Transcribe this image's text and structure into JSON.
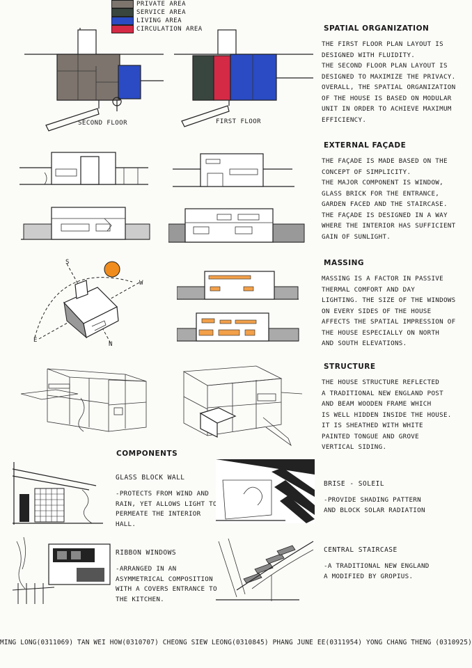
{
  "colors": {
    "private": "#7d746e",
    "service": "#39463f",
    "living": "#2a4bc4",
    "circulation": "#d42a45",
    "sun": "#f08c1e",
    "window_orange": "#f2a04a"
  },
  "legend": [
    {
      "label": "PRIVATE AREA",
      "color": "#7d746e"
    },
    {
      "label": "SERVICE AREA",
      "color": "#39463f"
    },
    {
      "label": "LIVING AREA",
      "color": "#2a4bc4"
    },
    {
      "label": "CIRCULATION AREA",
      "color": "#d42a45"
    }
  ],
  "plans": {
    "second_floor_caption": "SECOND FLOOR",
    "first_floor_caption": "FIRST FLOOR"
  },
  "compass": {
    "s": "S",
    "w": "W",
    "e": "E",
    "n": "N"
  },
  "sections": [
    {
      "heading": "SPATIAL ORGANIZATION",
      "text": "THE FIRST FLOOR PLAN LAYOUT IS\nDESIGNED WITH FLUIDITY.\nTHE SECOND FLOOR PLAN LAYOUT IS\nDESIGNED TO MAXIMIZE THE PRIVACY.\nOVERALL, THE SPATIAL ORGANIZATION\nOF THE HOUSE IS BASED ON MODULAR\nUNIT IN ORDER TO ACHIEVE MAXIMUM\nEFFICIENCY."
    },
    {
      "heading": "EXTERNAL FAÇADE",
      "text": "THE FAÇADE IS MADE BASED ON THE\nCONCEPT OF SIMPLICITY.\nTHE MAJOR COMPONENT IS WINDOW,\nGLASS BRICK FOR THE ENTRANCE,\nGARDEN FACED AND THE STAIRCASE.\nTHE FAÇADE IS DESIGNED IN A WAY\nWHERE THE INTERIOR HAS SUFFICIENT\nGAIN OF SUNLIGHT."
    },
    {
      "heading": "MASSING",
      "text": "MASSING IS A FACTOR IN PASSIVE\nTHERMAL COMFORT AND DAY\nLIGHTING. THE SIZE OF THE WINDOWS\nON EVERY SIDES OF THE HOUSE\nAFFECTS THE SPATIAL IMPRESSION OF\nTHE HOUSE ESPECIALLY ON NORTH\nAND SOUTH ELEVATIONS."
    },
    {
      "heading": "STRUCTURE",
      "text": "THE HOUSE STRUCTURE REFLECTED\nA TRADITIONAL NEW ENGLAND POST\nAND BEAM WOODEN FRAME WHICH\nIS WELL HIDDEN INSIDE THE HOUSE.\nIT IS SHEATHED WITH WHITE\nPAINTED TONGUE AND GROVE\nVERTICAL SIDING."
    }
  ],
  "components": {
    "heading": "COMPONENTS",
    "items": [
      {
        "title": "GLASS BLOCK WALL",
        "desc": "-PROTECTS FROM WIND AND\nRAIN, YET ALLOWS LIGHT TO\nPERMEATE THE INTERIOR\nHALL."
      },
      {
        "title": "BRISE - SOLEIL",
        "desc": "-PROVIDE SHADING PATTERN\nAND BLOCK SOLAR RADIATION"
      },
      {
        "title": "RIBBON WINDOWS",
        "desc": "-ARRANGED IN AN\nASYMMETRICAL COMPOSITION\nWITH A COVERS ENTRANCE TO\nTHE KITCHEN."
      },
      {
        "title": "CENTRAL STAIRCASE",
        "desc": "-A TRADITIONAL NEW ENGLAND\nA MODIFIED BY GROPIUS."
      }
    ]
  },
  "footer": "MING LONG(0311069) TAN WEI HOW(0310707) CHEONG SIEW LEONG(0310845) PHANG JUNE EE(0311954) YONG CHANG THENG (0310925)"
}
